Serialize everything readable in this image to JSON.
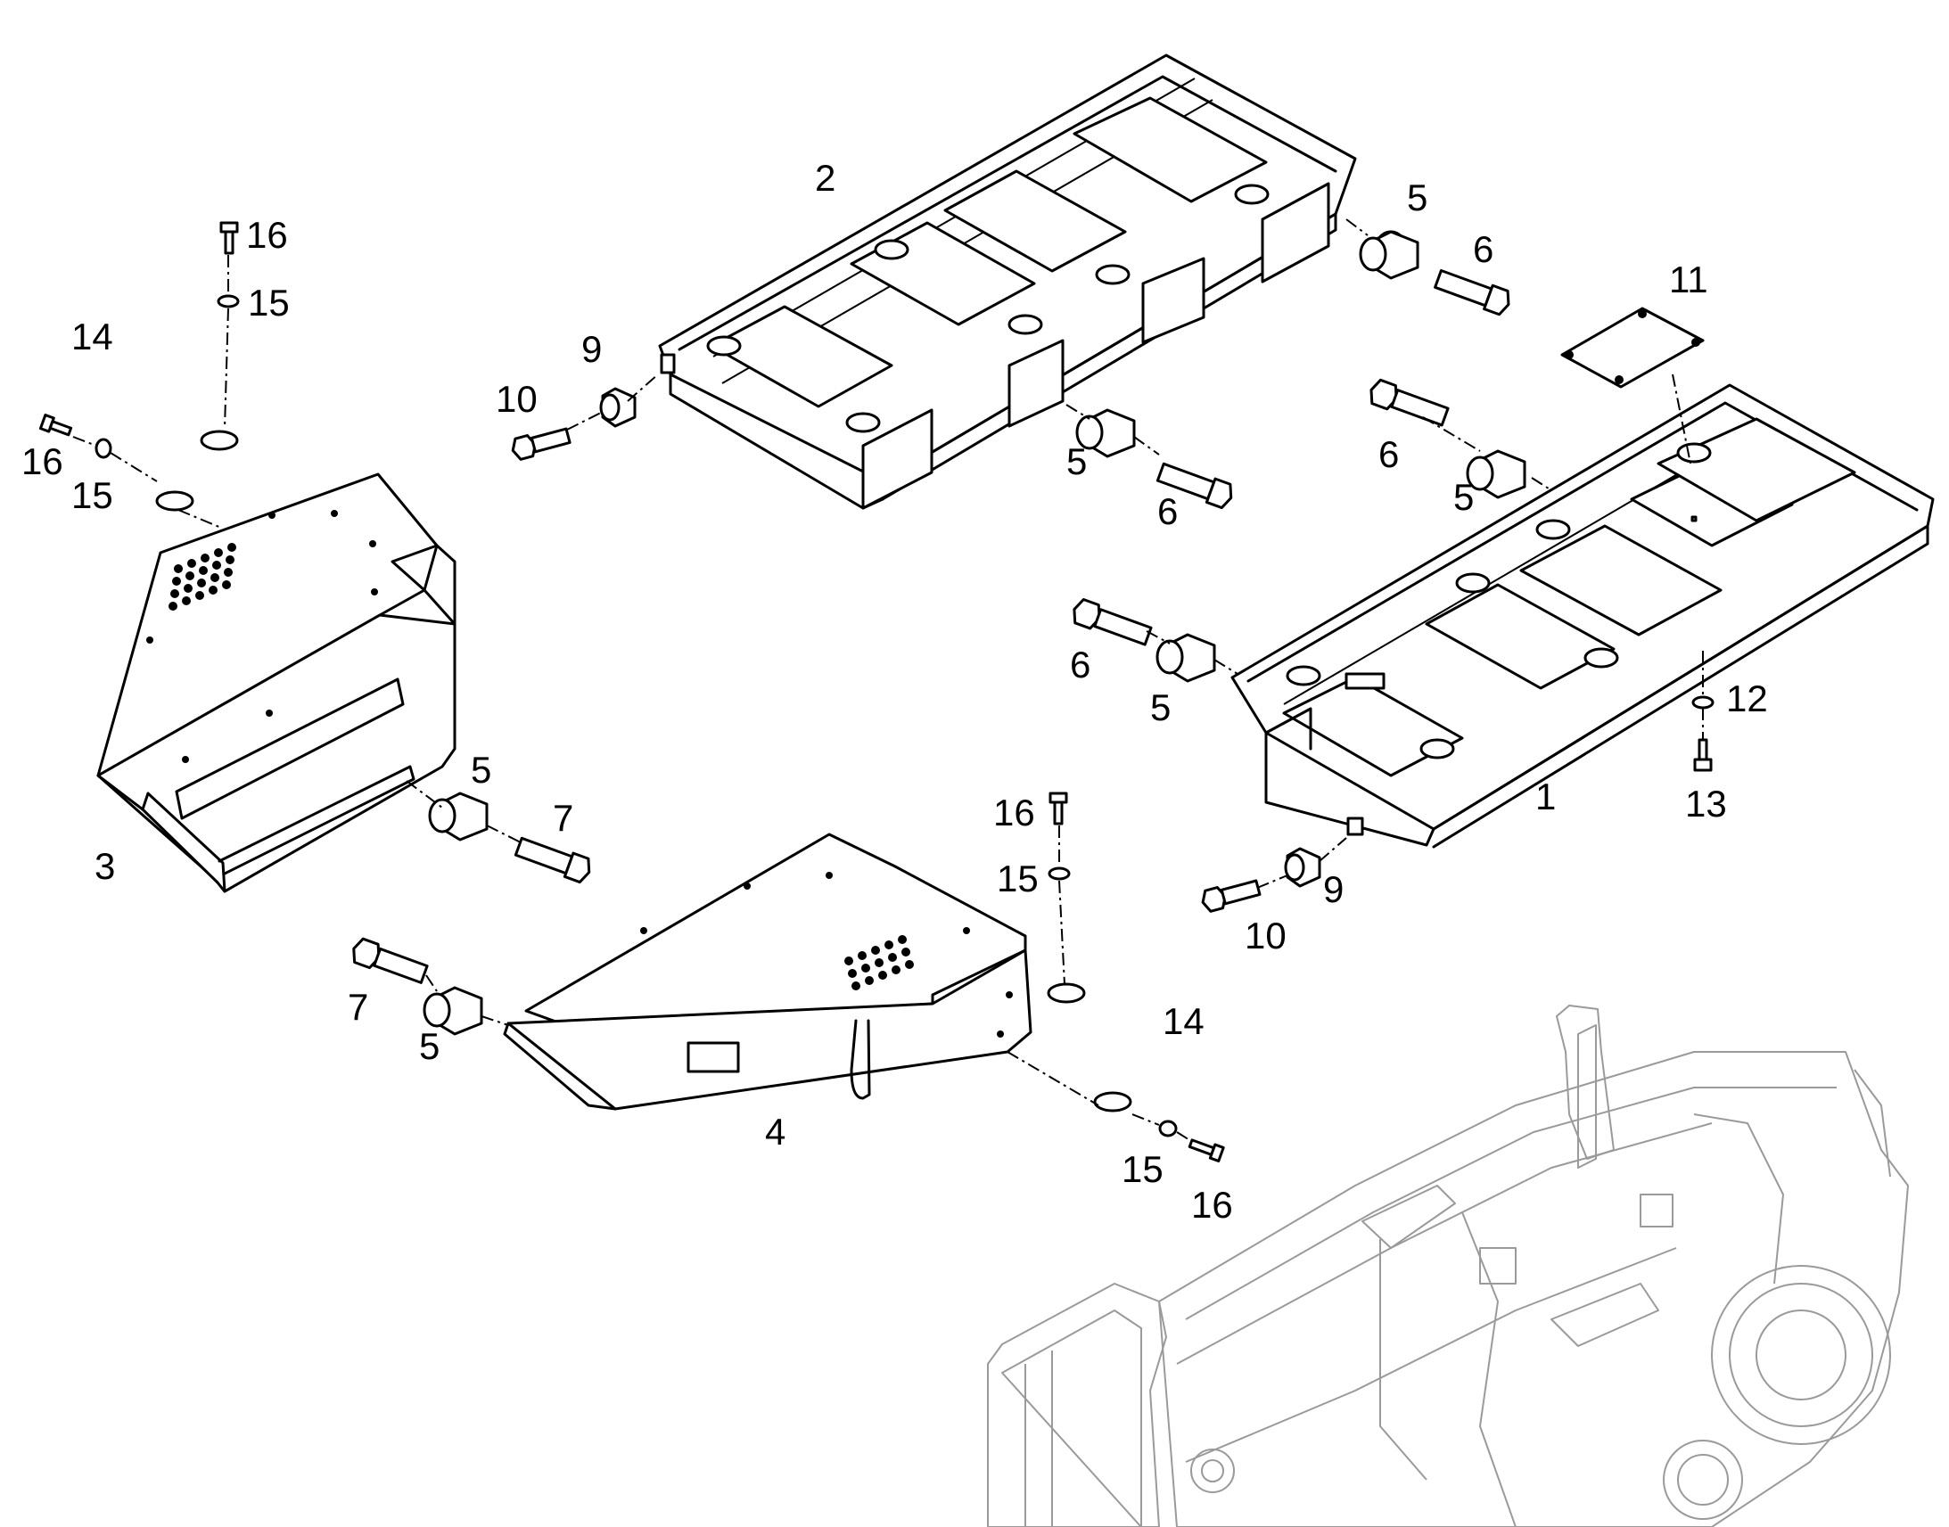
{
  "callouts": {
    "c1": "1",
    "c2": "2",
    "c3": "3",
    "c4": "4",
    "c5a": "5",
    "c5b": "5",
    "c5c": "5",
    "c5d": "5",
    "c5e": "5",
    "c5f": "5",
    "c6a": "6",
    "c6b": "6",
    "c6c": "6",
    "c6d": "6",
    "c7a": "7",
    "c7b": "7",
    "c9a": "9",
    "c9b": "9",
    "c10a": "10",
    "c10b": "10",
    "c11": "11",
    "c12": "12",
    "c13": "13",
    "c14a": "14",
    "c14b": "14",
    "c15a": "15",
    "c15b": "15",
    "c15c": "15",
    "c15d": "15",
    "c16a": "16",
    "c16b": "16",
    "c16c": "16",
    "c16d": "16"
  },
  "colors": {
    "line": "#000000",
    "background_part": "#9a9a9a",
    "paper": "#ffffff"
  }
}
